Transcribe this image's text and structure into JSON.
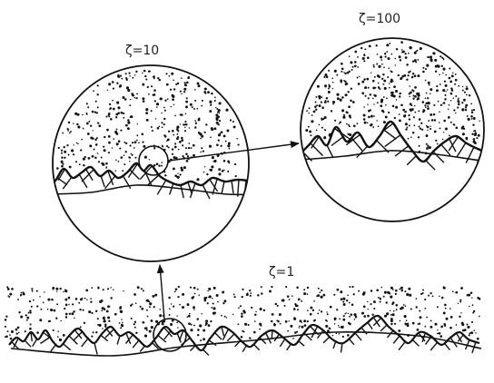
{
  "labels": {
    "scale_zoom_mid": "ζ=10",
    "scale_zoom_high": "ζ=100",
    "scale_base": "ζ=1"
  },
  "colors": {
    "ink": "#111111",
    "background": "#ffffff"
  }
}
